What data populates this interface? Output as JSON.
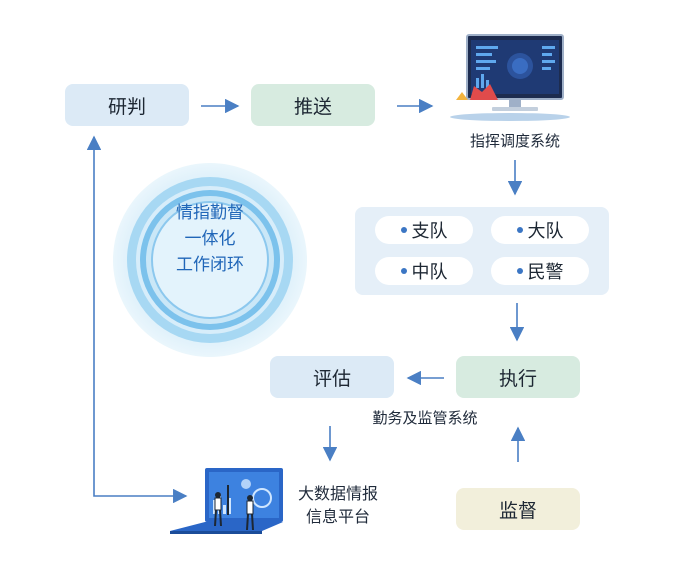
{
  "nodes": {
    "yanpan": "研判",
    "tuisong": "推送",
    "pinggu": "评估",
    "zhixing": "执行",
    "jiandu": "监督"
  },
  "captions": {
    "dispatch_system": "指挥调度系统",
    "duty_system": "勤务及监管系统",
    "bigdata_line1": "大数据情报",
    "bigdata_line2": "信息平台"
  },
  "units": [
    "支队",
    "大队",
    "中队",
    "民警"
  ],
  "loop_text": [
    "情指勤督",
    "一体化",
    "工作闭环"
  ],
  "colors": {
    "arrow": "#4a7fc4",
    "node_blue": "#dceaf6",
    "node_green": "#d7ebe0",
    "node_beige": "#f2efdb",
    "ring": "#8cc8ee",
    "ring_text": "#2066b8"
  },
  "icons": {
    "dispatch": "monitor-dashboard-icon",
    "bigdata": "laptop-analytics-icon"
  }
}
